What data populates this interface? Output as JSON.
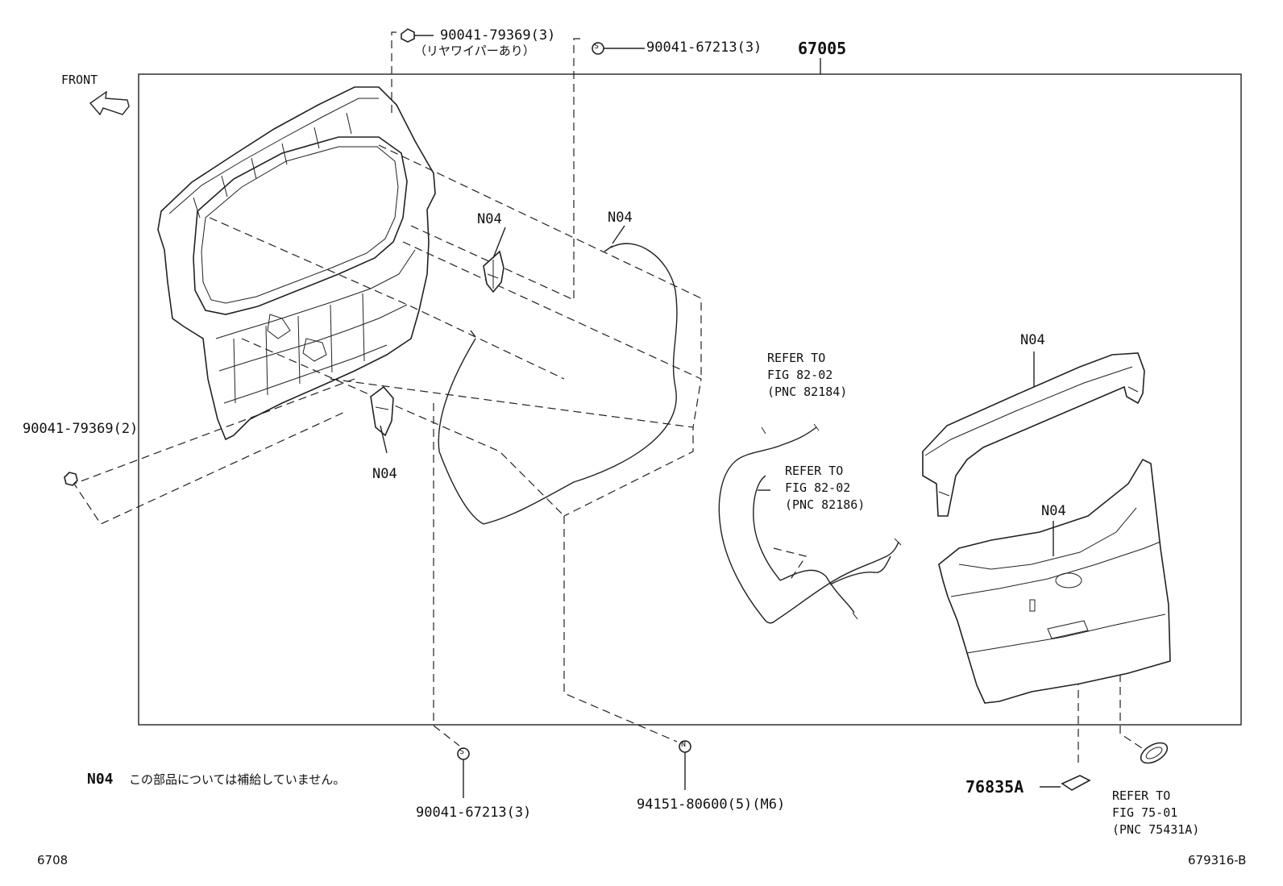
{
  "assembly_no": "67005",
  "front_label": "FRONT",
  "parts": {
    "bolt_top": "90041-79369(3)",
    "bolt_top_note": "（リヤワイパーあり）",
    "screw_top": "90041-67213(3)",
    "bolt_left": "90041-79369(2)",
    "screw_bottom": "90041-67213(3)",
    "nut_bottom": "94151-80600(5)(M6)",
    "garnish": "76835A"
  },
  "n04_labels": [
    "N04",
    "N04",
    "N04",
    "N04",
    "N04"
  ],
  "refer": [
    {
      "line1": "REFER TO",
      "line2": "FIG 82-02",
      "line3": "(PNC 82184)"
    },
    {
      "line1": "REFER TO",
      "line2": "FIG 82-02",
      "line3": "(PNC 82186)"
    },
    {
      "line1": "REFER TO",
      "line2": "FIG 75-01",
      "line3": "(PNC 75431A)"
    }
  ],
  "symbols": {
    "s": "S",
    "n": "N"
  },
  "note": {
    "code": "N04",
    "text": "この部品については補給していません。"
  },
  "footer_left": "6708",
  "footer_right": "679316-B"
}
